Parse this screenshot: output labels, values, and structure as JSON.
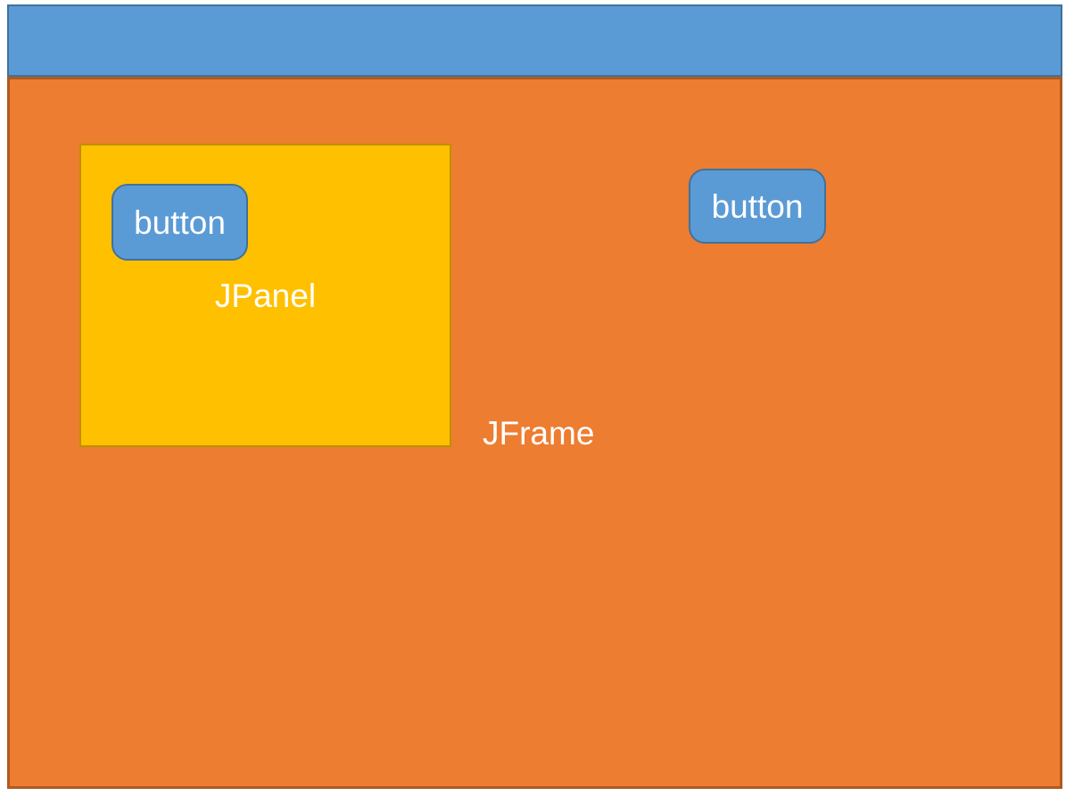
{
  "colors": {
    "titlebar_fill": "#5B9BD5",
    "titlebar_border": "#41719C",
    "frame_fill": "#ED7D31",
    "frame_border": "#AE5A21",
    "panel_fill": "#FFC000",
    "panel_border": "#BF9000",
    "button_fill": "#5B9BD5",
    "button_border": "#41719C",
    "text_color": "#FFFFFF"
  },
  "frame": {
    "label": "JFrame",
    "titlebar": {},
    "panel": {
      "label": "JPanel",
      "button": {
        "label": "button"
      }
    },
    "button": {
      "label": "button"
    }
  }
}
